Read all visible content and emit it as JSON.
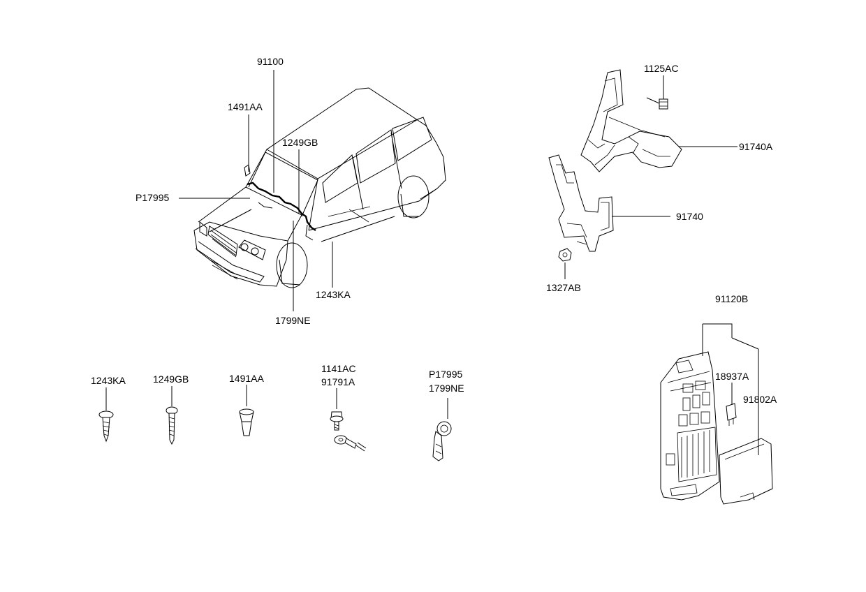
{
  "labels": {
    "p91100": "91100",
    "p1491AA_top": "1491AA",
    "p1249GB_top": "1249GB",
    "pP17995_top": "P17995",
    "p1243KA_top": "1243KA",
    "p1799NE_top": "1799NE",
    "p1125AC": "1125AC",
    "p91740A": "91740A",
    "p91740": "91740",
    "p1327AB": "1327AB",
    "p91120B": "91120B",
    "p18937A": "18937A",
    "p91802A": "91802A",
    "p1243KA": "1243KA",
    "p1249GB": "1249GB",
    "p1491AA": "1491AA",
    "p1141AC": "1141AC",
    "p91791A": "91791A",
    "pP17995": "P17995",
    "p1799NE": "1799NE"
  }
}
